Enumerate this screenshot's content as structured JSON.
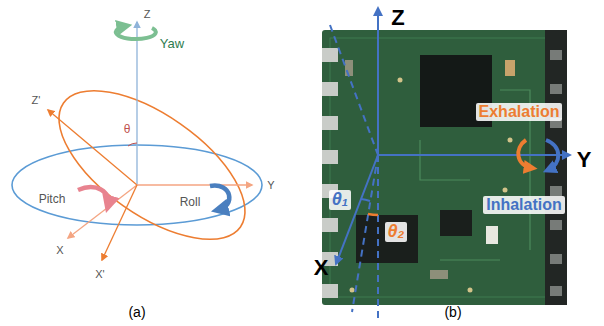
{
  "diagram": {
    "labels": [
      "Z",
      "Yaw",
      "Z'",
      "θ",
      "Y",
      "Pitch",
      "Roll",
      "X",
      "X'",
      "(a)",
      "Z",
      "Exhalation",
      "Y",
      "Inhalation",
      "θ₁",
      "X",
      "θ₂",
      "(b)"
    ]
  }
}
